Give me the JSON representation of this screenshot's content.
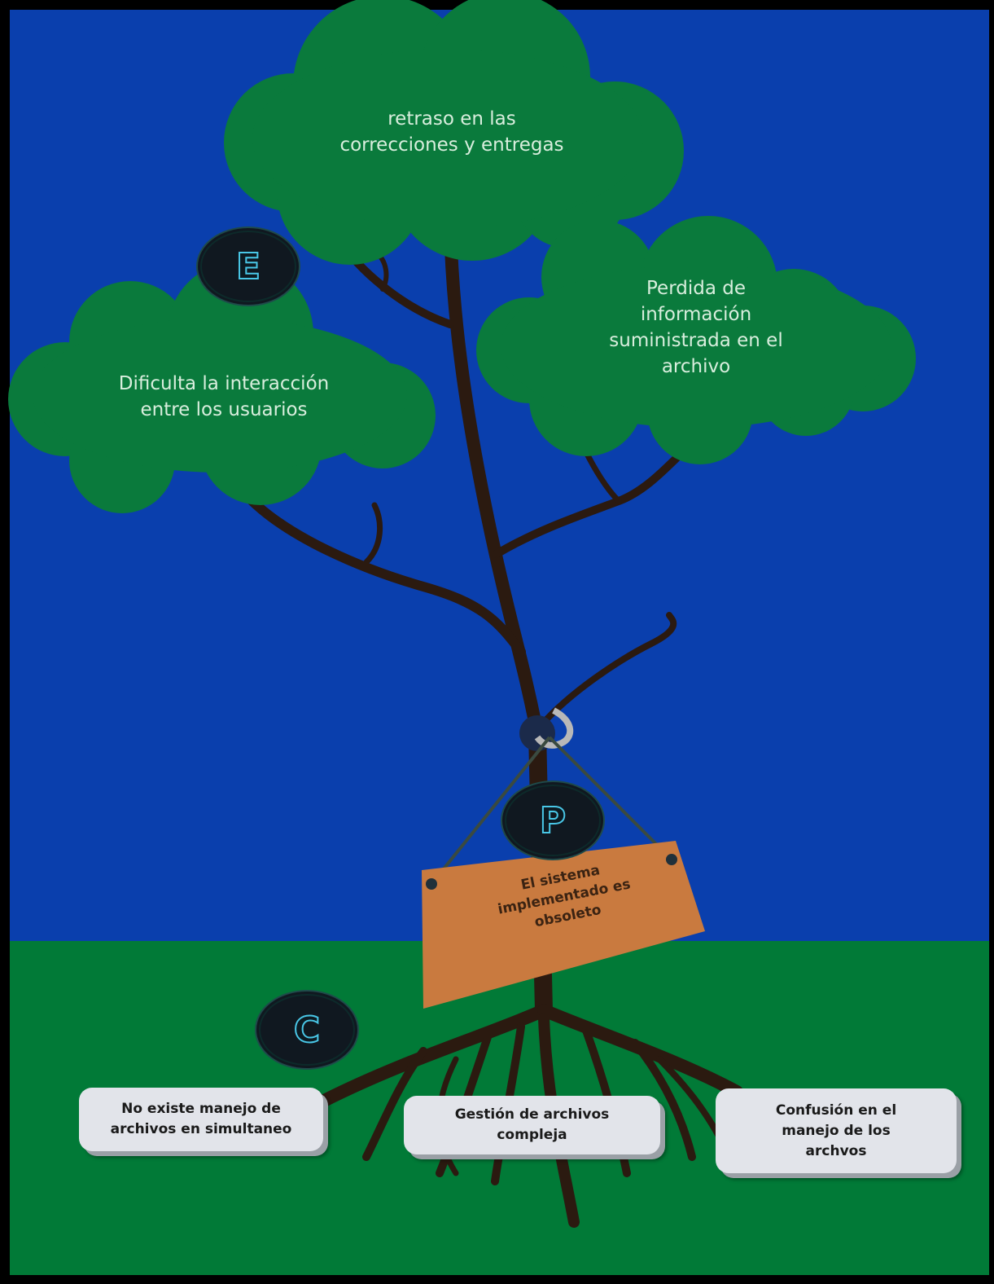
{
  "diagram": {
    "type": "problem-tree",
    "colors": {
      "sky": "#0a3fad",
      "ground": "#017a37",
      "foliage": "#0a7a3c",
      "trunk": "#2b1a10",
      "sign": "#c97a3f",
      "card": "#e2e4ea",
      "badge_outline": "#49c6e6"
    },
    "badges": {
      "effects": "E",
      "problem": "P",
      "causes": "C"
    },
    "effects": [
      "retraso en las\ncorrecciones y entregas",
      "Dificulta la interacción\nentre los usuarios",
      "Perdida de\ninformación\nsuministrada en el\narchivo"
    ],
    "problem": "El sistema\nimplementado es\nobsoleto",
    "causes": [
      "No existe manejo de\narchivos en simultaneo",
      "Gestión de archivos\ncompleja",
      "Confusión en el\nmanejo de los\narchvos"
    ]
  }
}
